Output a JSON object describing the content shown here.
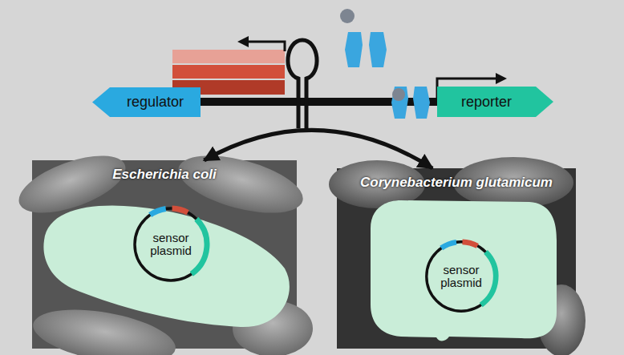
{
  "diagram": {
    "nodes": [
      {
        "text": [
          "regulator"
        ]
      },
      {
        "text": [
          "reporter"
        ]
      },
      {
        "text": [
          "Escherichia coli"
        ]
      },
      {
        "text": [
          "sensor plasmid"
        ],
        "in": 2
      },
      {
        "text": [
          "Corynebacterium glutamicum"
        ]
      },
      {
        "text": [
          "sensor plasmid"
        ],
        "in": 4
      }
    ],
    "edges": [
      {
        "from": 2,
        "to": 4,
        "arrow": "both"
      }
    ]
  }
}
